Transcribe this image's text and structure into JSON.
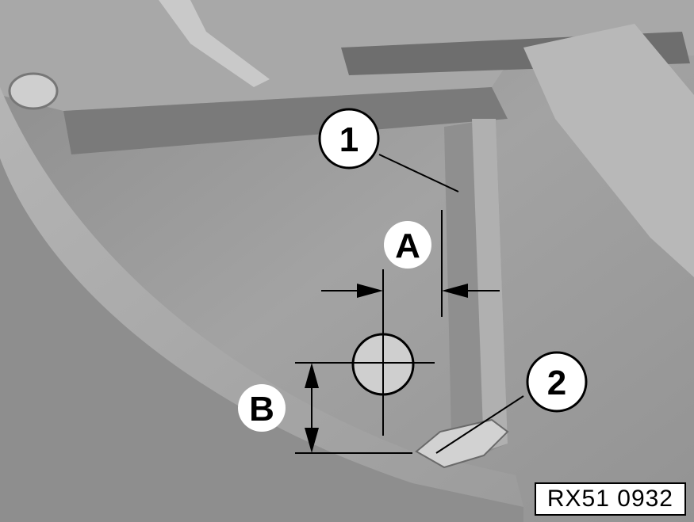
{
  "callouts": {
    "part_1": "1",
    "part_2": "2",
    "dim_a": "A",
    "dim_b": "B"
  },
  "reference_code": "RX51 0932",
  "colors": {
    "background": "#9a9a9a",
    "line": "#000000",
    "callout_fill": "#ffffff"
  }
}
